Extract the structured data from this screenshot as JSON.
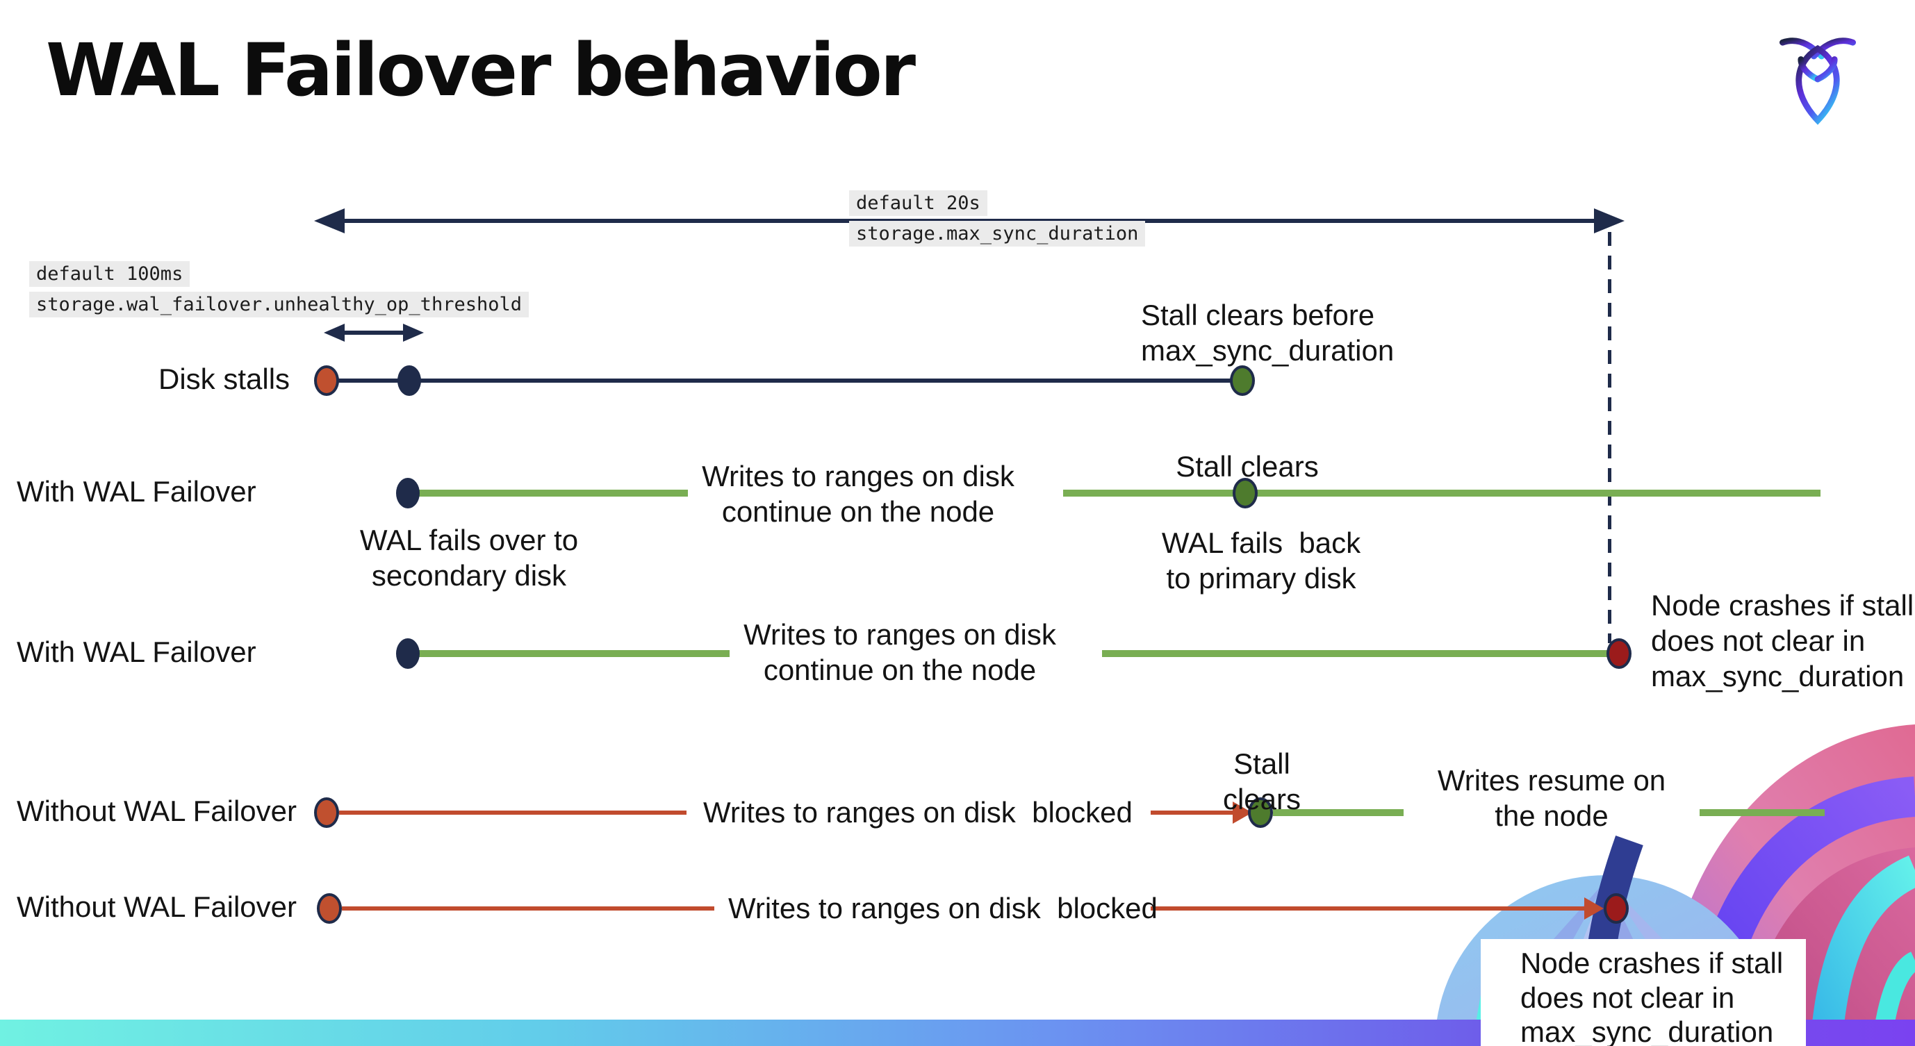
{
  "page": {
    "title": "WAL Failover behavior"
  },
  "logo": {
    "name": "CockroachDB"
  },
  "settings": {
    "max_sync_duration": {
      "default_label": "default 20s",
      "setting_name": "storage.max_sync_duration"
    },
    "unhealthy_op_threshold": {
      "default_label": "default 100ms",
      "setting_name": "storage.wal_failover.unhealthy_op_threshold"
    }
  },
  "rows": {
    "disk_stalls": {
      "label": "Disk stalls",
      "stall_clears_note": "Stall clears before\nmax_sync_duration"
    },
    "with_wal_failover_1": {
      "label": "With WAL Failover",
      "failover_note": "WAL fails over to\nsecondary disk",
      "writes_note": "Writes to ranges on disk\ncontinue on the node",
      "stall_clears_note": "Stall clears",
      "failback_note": "WAL fails  back\nto primary disk"
    },
    "with_wal_failover_2": {
      "label": "With WAL Failover",
      "writes_note": "Writes to ranges on disk\ncontinue on the node",
      "crash_note": "Node crashes if stall\ndoes not clear in\nmax_sync_duration"
    },
    "without_wal_failover_1": {
      "label": "Without WAL Failover",
      "blocked_note": "Writes to ranges on disk  blocked",
      "stall_clears_note": "Stall clears",
      "resume_note": "Writes resume on\nthe node"
    },
    "without_wal_failover_2": {
      "label": "Without WAL Failover",
      "blocked_note": "Writes to ranges on disk  blocked",
      "crash_note": "Node crashes if stall\ndoes not clear in\nmax_sync_duration"
    }
  },
  "colors": {
    "timeline_navy": "#1f2b4a",
    "healthy_green_line": "#79ae53",
    "stall_clear_green_dot": "#4e7b2d",
    "stall_red": "#c0502f",
    "crash_dark_red": "#9b1b1b",
    "setting_label_bg": "#ebebeb",
    "footer_gradient_left": "#70f1e2",
    "footer_gradient_right": "#7a42f0"
  }
}
